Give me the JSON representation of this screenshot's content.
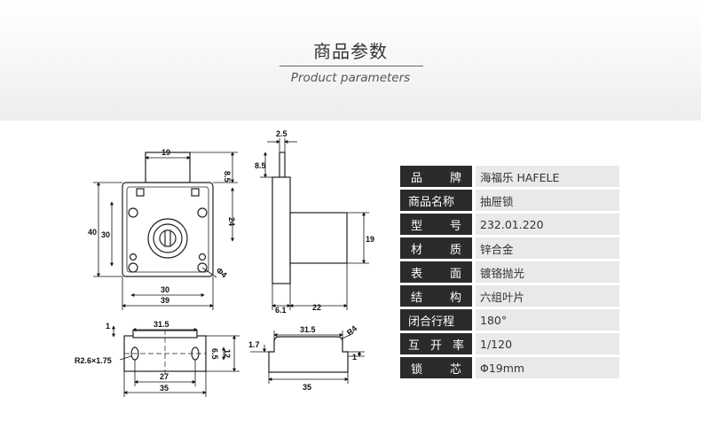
{
  "header": {
    "title_cn": "商品参数",
    "title_en": "Product parameters"
  },
  "diagram": {
    "front_view": {
      "top_width": "19",
      "body_height": "40",
      "hole_spacing_v": "30",
      "right_height": "24",
      "tab_height": "8.5",
      "hole_diameter": "Φ4",
      "hole_spacing_h": "30",
      "body_width": "39"
    },
    "side_view": {
      "pin_width": "2.5",
      "pin_height": "8.5",
      "cylinder_height": "19",
      "plate_thickness": "6.1",
      "cylinder_length": "22"
    },
    "bottom_view": {
      "top_length": "31.5",
      "top_gap": "1",
      "slot_label": "R2.6×1.75",
      "slot_height": "6.5",
      "total_height": "12",
      "slot_spacing": "27",
      "total_width": "35"
    },
    "profile_view": {
      "top_length": "31.5",
      "radius": "R4",
      "thickness": "1.7",
      "right_gap": "1",
      "total_width": "35"
    }
  },
  "specs": [
    {
      "label": "品牌",
      "value": "海福乐 HAFELE"
    },
    {
      "label": "商品名称",
      "value": "抽屉锁"
    },
    {
      "label": "型号",
      "value": "232.01.220"
    },
    {
      "label": "材质",
      "value": "锌合金"
    },
    {
      "label": "表面",
      "value": "镀铬抛光"
    },
    {
      "label": "结构",
      "value": "六组叶片"
    },
    {
      "label": "闭合行程",
      "value": "180°"
    },
    {
      "label": "互开率",
      "value": "1/120"
    },
    {
      "label": "锁芯",
      "value": "Φ19mm"
    }
  ]
}
